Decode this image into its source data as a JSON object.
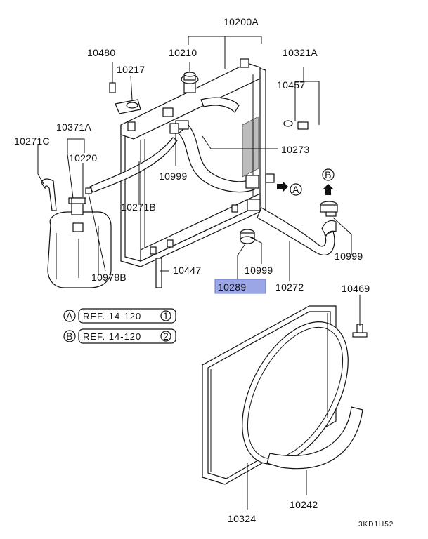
{
  "diagram": {
    "part_labels": {
      "p10200A": "10200A",
      "p10480": "10480",
      "p10210": "10210",
      "p10321A": "10321A",
      "p10217": "10217",
      "p10457": "10457",
      "p10371A": "10371A",
      "p10271C": "10271C",
      "p10220": "10220",
      "p10273": "10273",
      "p10999a": "10999",
      "p10271B": "10271B",
      "p10978B": "10978B",
      "p10447": "10447",
      "p10999b": "10999",
      "p10999c": "10999",
      "p10289": "10289",
      "p10272": "10272",
      "p10469": "10469",
      "p10324": "10324",
      "p10242": "10242"
    },
    "highlight_color": "#9aa6e6",
    "connectors": {
      "a_letter": "A",
      "b_letter": "B"
    },
    "references": [
      {
        "letter": "A",
        "text": "REF. 14-120",
        "num": "1"
      },
      {
        "letter": "B",
        "text": "REF. 14-120",
        "num": "2"
      }
    ],
    "drawing_code": "3KD1H52"
  }
}
